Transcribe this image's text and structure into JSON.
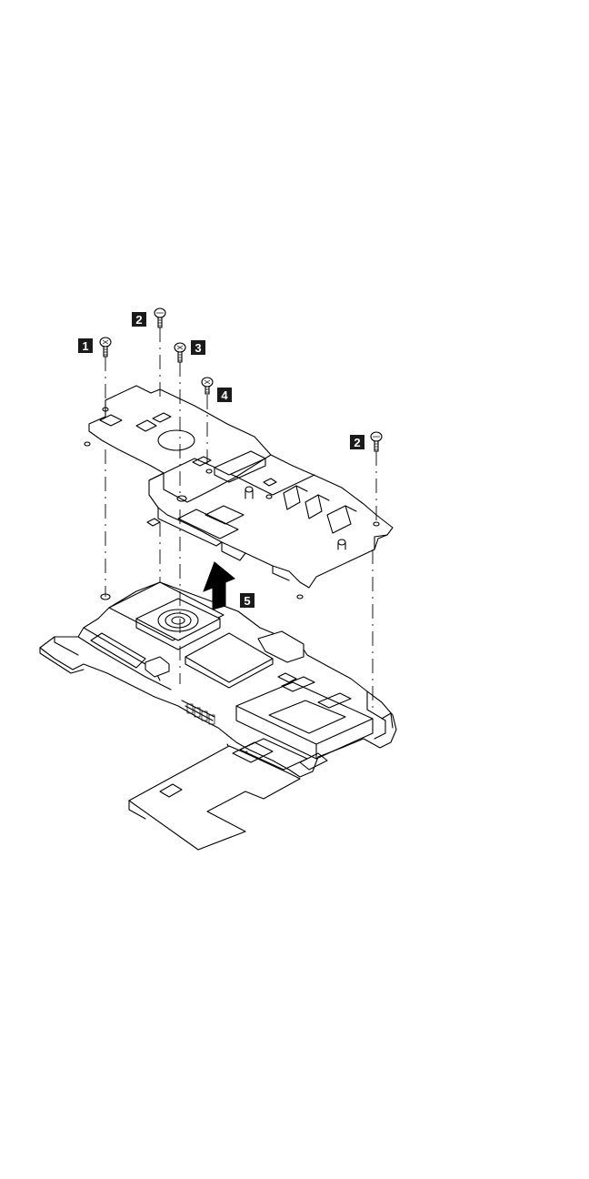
{
  "callouts": [
    {
      "id": "c1",
      "label": "1"
    },
    {
      "id": "c2a",
      "label": "2"
    },
    {
      "id": "c3",
      "label": "3"
    },
    {
      "id": "c4",
      "label": "4"
    },
    {
      "id": "c2b",
      "label": "2"
    },
    {
      "id": "c5",
      "label": "5"
    }
  ],
  "colors": {
    "line": "#000000",
    "callout_bg": "#1a1a1a",
    "callout_text": "#ffffff",
    "background": "#ffffff"
  }
}
